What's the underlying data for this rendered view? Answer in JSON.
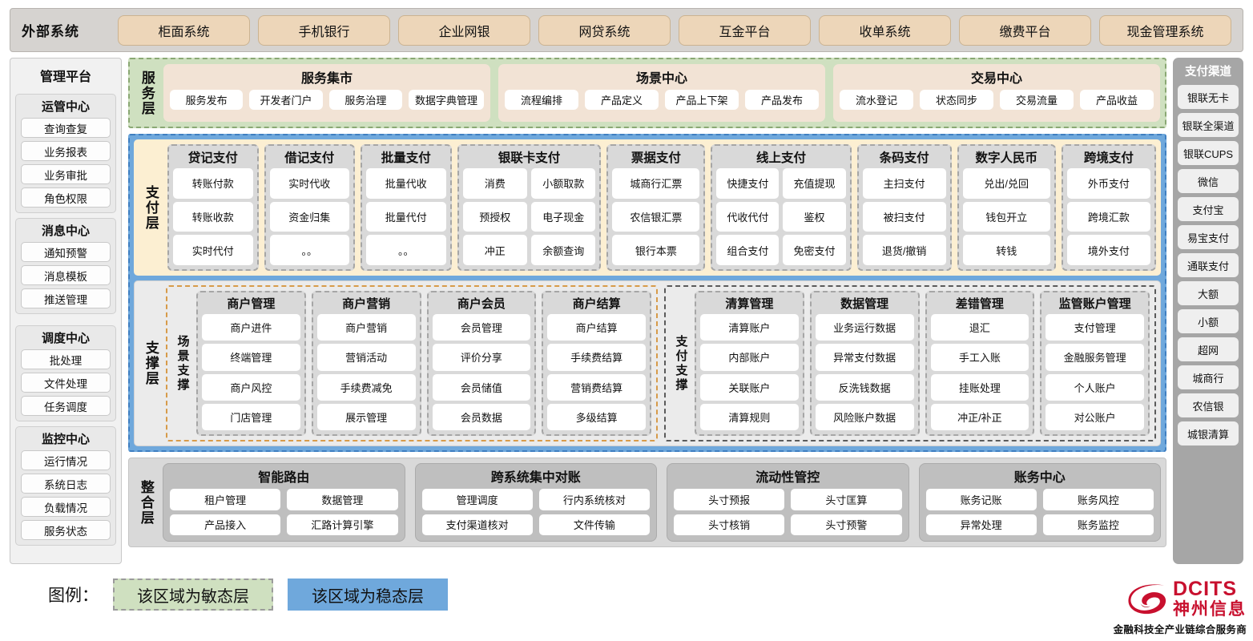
{
  "external": {
    "title": "外部系统",
    "items": [
      "柜面系统",
      "手机银行",
      "企业网银",
      "网贷系统",
      "互金平台",
      "收单系统",
      "缴费平台",
      "现金管理系统"
    ]
  },
  "admin": {
    "title": "管理平台",
    "groups": [
      {
        "title": "运管中心",
        "items": [
          "查询查复",
          "业务报表",
          "业务审批",
          "角色权限"
        ]
      },
      {
        "title": "消息中心",
        "items": [
          "通知预警",
          "消息模板",
          "推送管理"
        ]
      },
      {
        "title": "调度中心",
        "items": [
          "批处理",
          "文件处理",
          "任务调度"
        ]
      },
      {
        "title": "监控中心",
        "items": [
          "运行情况",
          "系统日志",
          "负载情况",
          "服务状态"
        ]
      }
    ]
  },
  "service_layer": {
    "tag": "服务层",
    "boxes": [
      {
        "title": "服务集市",
        "items": [
          "服务发布",
          "开发者门户",
          "服务治理",
          "数据字典管理"
        ]
      },
      {
        "title": "场景中心",
        "items": [
          "流程编排",
          "产品定义",
          "产品上下架",
          "产品发布"
        ]
      },
      {
        "title": "交易中心",
        "items": [
          "流水登记",
          "状态同步",
          "交易流量",
          "产品收益"
        ]
      }
    ]
  },
  "payment_layer": {
    "tag": "支付层",
    "groups": [
      {
        "title": "贷记支付",
        "cols": 1,
        "rows": [
          [
            "转账付款"
          ],
          [
            "转账收款"
          ],
          [
            "实时代付"
          ]
        ]
      },
      {
        "title": "借记支付",
        "cols": 1,
        "rows": [
          [
            "实时代收"
          ],
          [
            "资金归集"
          ],
          [
            "。。"
          ]
        ]
      },
      {
        "title": "批量支付",
        "cols": 1,
        "rows": [
          [
            "批量代收"
          ],
          [
            "批量代付"
          ],
          [
            "。。"
          ]
        ]
      },
      {
        "title": "银联卡支付",
        "cols": 2,
        "rows": [
          [
            "消费",
            "小额取款"
          ],
          [
            "预授权",
            "电子现金"
          ],
          [
            "冲正",
            "余额查询"
          ]
        ]
      },
      {
        "title": "票据支付",
        "cols": 1,
        "rows": [
          [
            "城商行汇票"
          ],
          [
            "农信银汇票"
          ],
          [
            "银行本票"
          ]
        ]
      },
      {
        "title": "线上支付",
        "cols": 2,
        "rows": [
          [
            "快捷支付",
            "充值提现"
          ],
          [
            "代收代付",
            "鉴权"
          ],
          [
            "组合支付",
            "免密支付"
          ]
        ]
      },
      {
        "title": "条码支付",
        "cols": 1,
        "rows": [
          [
            "主扫支付"
          ],
          [
            "被扫支付"
          ],
          [
            "退货/撤销"
          ]
        ]
      },
      {
        "title": "数字人民币",
        "cols": 1,
        "rows": [
          [
            "兑出/兑回"
          ],
          [
            "钱包开立"
          ],
          [
            "转钱"
          ]
        ]
      },
      {
        "title": "跨境支付",
        "cols": 1,
        "rows": [
          [
            "外币支付"
          ],
          [
            "跨境汇款"
          ],
          [
            "境外支付"
          ]
        ]
      }
    ]
  },
  "support_layer": {
    "tag": "支撑层",
    "panels": [
      {
        "tag": "场景支撑",
        "groups": [
          {
            "title": "商户管理",
            "items": [
              "商户进件",
              "终端管理",
              "商户风控",
              "门店管理"
            ]
          },
          {
            "title": "商户营销",
            "items": [
              "商户营销",
              "营销活动",
              "手续费减免",
              "展示管理"
            ]
          },
          {
            "title": "商户会员",
            "items": [
              "会员管理",
              "评价分享",
              "会员储值",
              "会员数据"
            ]
          },
          {
            "title": "商户结算",
            "items": [
              "商户结算",
              "手续费结算",
              "营销费结算",
              "多级结算"
            ]
          }
        ]
      },
      {
        "tag": "支付支撑",
        "groups": [
          {
            "title": "清算管理",
            "items": [
              "清算账户",
              "内部账户",
              "关联账户",
              "清算规则"
            ]
          },
          {
            "title": "数据管理",
            "items": [
              "业务运行数据",
              "异常支付数据",
              "反洗钱数据",
              "风险账户数据"
            ]
          },
          {
            "title": "差错管理",
            "items": [
              "退汇",
              "手工入账",
              "挂账处理",
              "冲正/补正"
            ]
          },
          {
            "title": "监管账户管理",
            "items": [
              "支付管理",
              "金融服务管理",
              "个人账户",
              "对公账户"
            ]
          }
        ]
      }
    ]
  },
  "integration_layer": {
    "tag": "整合层",
    "boxes": [
      {
        "title": "智能路由",
        "rows": [
          [
            "租户管理",
            "数据管理"
          ],
          [
            "产品接入",
            "汇路计算引擎"
          ]
        ]
      },
      {
        "title": "跨系统集中对账",
        "rows": [
          [
            "管理调度",
            "行内系统核对"
          ],
          [
            "支付渠道核对",
            "文件传输"
          ]
        ]
      },
      {
        "title": "流动性管控",
        "rows": [
          [
            "头寸预报",
            "头寸匡算"
          ],
          [
            "头寸核销",
            "头寸预警"
          ]
        ]
      },
      {
        "title": "账务中心",
        "rows": [
          [
            "账务记账",
            "账务风控"
          ],
          [
            "异常处理",
            "账务监控"
          ]
        ]
      }
    ]
  },
  "channels": {
    "title": "支付渠道",
    "items": [
      "银联无卡",
      "银联全渠道",
      "银联CUPS",
      "微信",
      "支付宝",
      "易宝支付",
      "通联支付",
      "大额",
      "小额",
      "超网",
      "城商行",
      "农信银",
      "城银清算"
    ]
  },
  "legend": {
    "label": "图例：",
    "agile": "该区域为敏态层",
    "stable": "该区域为稳态层",
    "agile_color": "#cfe0c0",
    "stable_color": "#6fa8dc"
  },
  "logo": {
    "brand": "DCITS",
    "brand_cn": "神州信息",
    "tagline": "金融科技全产业链综合服务商",
    "color": "#c8102e"
  }
}
